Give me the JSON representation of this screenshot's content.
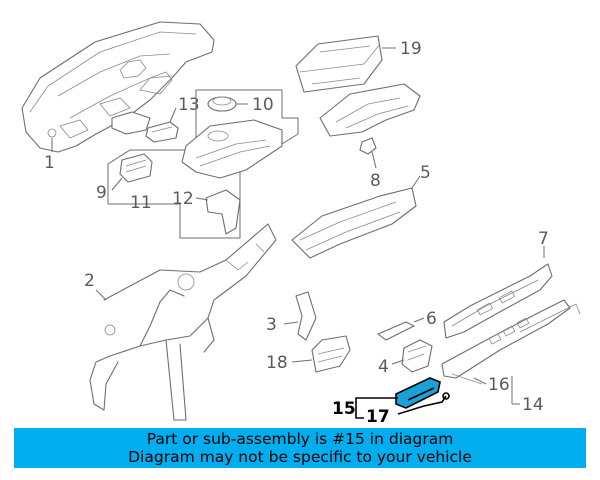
{
  "diagram": {
    "highlighted_part": "15",
    "highlight_color": "#1ba0d8",
    "callouts": [
      "1",
      "2",
      "3",
      "4",
      "5",
      "6",
      "7",
      "8",
      "9",
      "10",
      "11",
      "12",
      "13",
      "14",
      "15",
      "16",
      "17",
      "18",
      "19"
    ]
  },
  "banner": {
    "background": "#00aeef",
    "line1": "Part or sub-assembly is #15 in diagram",
    "line2": "Diagram may not be specific to your vehicle"
  }
}
